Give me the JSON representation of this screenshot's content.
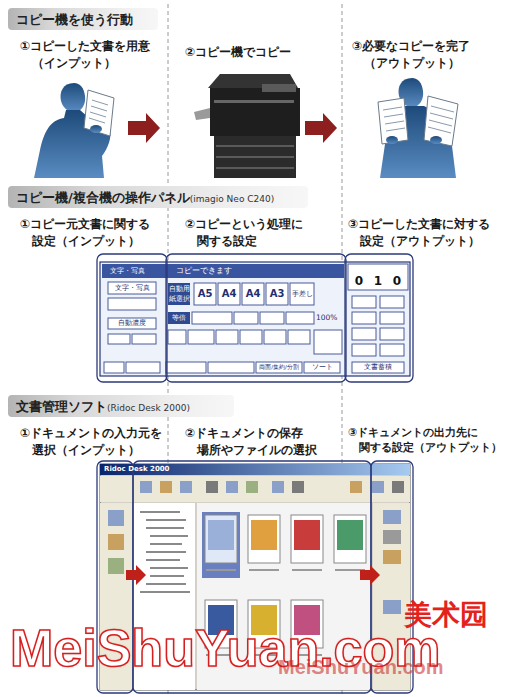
{
  "diagram": {
    "nodes": [
      {
        "text": [
          "コピー機を使う行動"
        ]
      },
      {
        "text": [
          "コピー機/複合機の操作パネル",
          "(imagio Neo C240)"
        ]
      },
      {
        "text": [
          "文書管理ソフト",
          "(Ridoc Desk 2000)"
        ]
      }
    ],
    "labels": [
      "①コピーした文書を用意 （インプット）",
      "②コピー機でコピー",
      "③必要なコピーを完了 （アウトプット）",
      "①コピー元文書に関する 設定（インプット）",
      "②コピーという処理に 関する設定",
      "③コピーした文書に対する 設定（アウトプット）",
      "①ドキュメントの入力元を 選択（インプット）",
      "②ドキュメントの保存 場所やファイルの選択",
      "③ドキュメントの出力先に 関する設定（アウトプット）",
      "文字・写真",
      "コピーできます",
      "文字・写真",
      "自動濃度",
      "自動用紙選択",
      "A5",
      "A4",
      "A4",
      "A3",
      "手差し",
      "等倍",
      "100%",
      "両面/集約/分割",
      "ソート",
      "文書蓄積",
      "0",
      "1",
      "0",
      "Ridoc Desk 2000",
      "美术园",
      "MeiShuYuan.com",
      "MeiShuYuan.com"
    ]
  }
}
